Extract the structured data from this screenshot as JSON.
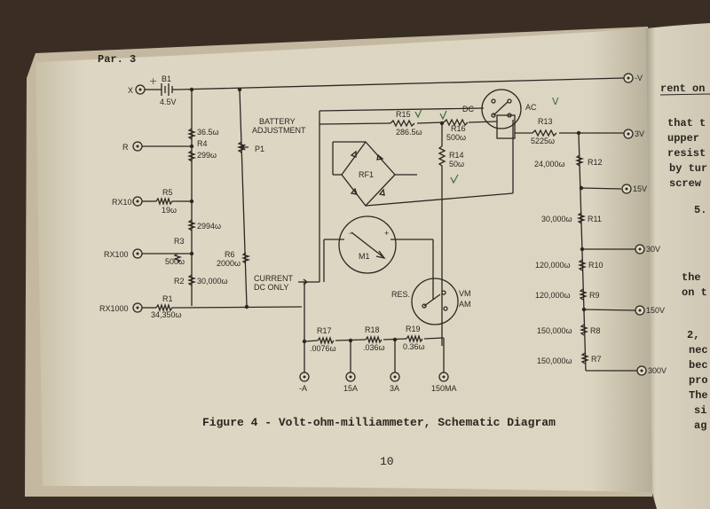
{
  "left_page": {
    "paragraph_ref": "Par. 3",
    "caption": "Figure 4 - Volt-ohm-milliammeter, Schematic Diagram",
    "page_number": "10"
  },
  "schematic": {
    "battery": {
      "ref": "B1",
      "value": "4.5V"
    },
    "battery_adjustment": [
      "BATTERY",
      "ADJUSTMENT"
    ],
    "pot_p1": "P1",
    "current_dc_only": [
      "CURRENT",
      "DC ONLY"
    ],
    "meter": "M1",
    "rectifier": "RF1",
    "dc_label": "DC",
    "ac_label": "AC",
    "res_label": "RES.",
    "vm_label": "VM",
    "am_label": "AM",
    "resistors": {
      "r1": {
        "ref": "R1",
        "value": "34,350ω"
      },
      "r2": {
        "ref": "R2",
        "value": "30,000ω"
      },
      "r3": {
        "ref": "R3",
        "value": "2994ω"
      },
      "r3b": {
        "value": "500ω"
      },
      "r4": {
        "ref": "R4",
        "value": "299ω"
      },
      "r4top": {
        "value": "36.5ω"
      },
      "r5": {
        "ref": "R5",
        "value": "19ω"
      },
      "r6": {
        "ref": "R6",
        "value": "2000ω"
      },
      "r7": {
        "ref": "R7",
        "value": "150,000ω"
      },
      "r8": {
        "ref": "R8",
        "value": "150,000ω"
      },
      "r9": {
        "ref": "R9",
        "value": "120,000ω"
      },
      "r10": {
        "ref": "R10",
        "value": "120,000ω"
      },
      "r11": {
        "ref": "R11",
        "value": "30,000ω"
      },
      "r12": {
        "ref": "R12",
        "value": "24,000ω"
      },
      "r13": {
        "ref": "R13",
        "value": "5225ω"
      },
      "r14": {
        "ref": "R14",
        "value": "50ω"
      },
      "r15": {
        "ref": "R15",
        "value": "286.5ω"
      },
      "r16": {
        "ref": "R16",
        "value": "500ω"
      },
      "r17": {
        "ref": "R17",
        "value": ".0076ω"
      },
      "r18": {
        "ref": "R18",
        "value": ".036ω"
      },
      "r19": {
        "ref": "R19",
        "value": "0.36ω"
      }
    },
    "terminals": {
      "x": "X",
      "r": "R",
      "rx10": "RX10",
      "rx100": "RX100",
      "rx1000": "RX1000",
      "neg_v": "-V",
      "v3": "3V",
      "v15": "15V",
      "v30": "30V",
      "v150": "150V",
      "v300": "300V",
      "neg_a": "-A",
      "a15": "15A",
      "a3": "3A",
      "ma150": "150MA"
    },
    "pen_marks": {
      "plus": "+",
      "check": "V"
    }
  },
  "right_page": {
    "lines": [
      {
        "text": "rent on"
      },
      {
        "text": "that t"
      },
      {
        "text": "upper"
      },
      {
        "text": "resist"
      },
      {
        "text": "by tur"
      },
      {
        "text": "screw"
      },
      {
        "text": "5."
      },
      {
        "text": "the"
      },
      {
        "text": "on t"
      },
      {
        "text": "2,"
      },
      {
        "text": "nec"
      },
      {
        "text": "bec"
      },
      {
        "text": "pro"
      },
      {
        "text": "The"
      },
      {
        "text": "si"
      },
      {
        "text": "ag"
      }
    ]
  },
  "colors": {
    "paper": "#ddd6c2",
    "ink": "#2b2723",
    "pen": "#3f6a3a",
    "background": "#3a2e24"
  }
}
